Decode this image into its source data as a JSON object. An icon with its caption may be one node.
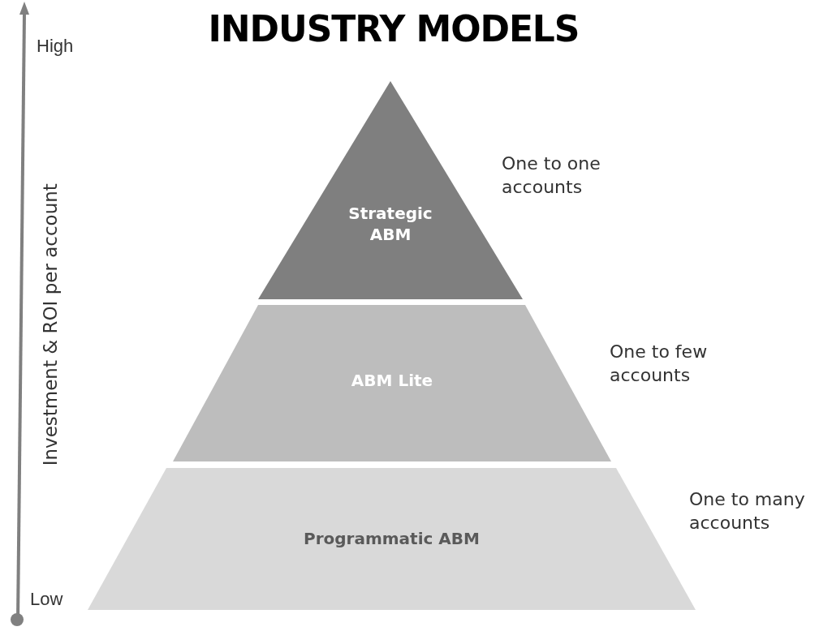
{
  "diagram": {
    "title": "INDUSTRY MODELS",
    "nodes": [
      {
        "text": [
          "Strategic ABM"
        ],
        "beside": [
          "One to one accounts"
        ]
      },
      {
        "text": [
          "ABM Lite"
        ],
        "beside": [
          "One to few accounts"
        ]
      },
      {
        "text": [
          "Programmatic ABM"
        ],
        "beside": [
          "One to many accounts"
        ]
      }
    ],
    "labels": [
      "High",
      "Investment & ROI per account",
      "Low"
    ]
  }
}
